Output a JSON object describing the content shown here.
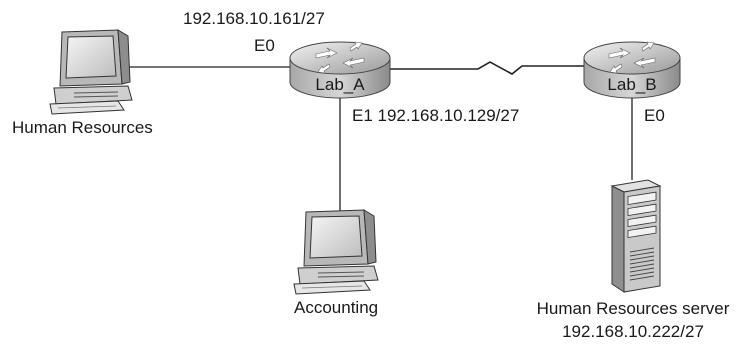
{
  "devices": {
    "router_a": {
      "name": "Lab_A"
    },
    "router_b": {
      "name": "Lab_B"
    },
    "pc_hr": {
      "label": "Human Resources"
    },
    "pc_accounting": {
      "label": "Accounting"
    },
    "server_hr": {
      "label": "Human Resources server",
      "ip": "192.168.10.222/27"
    }
  },
  "interfaces": {
    "lab_a_e0_ip": "192.168.10.161/27",
    "lab_a_e0": "E0",
    "lab_a_e1": "E1 192.168.10.129/27",
    "lab_b_e0": "E0"
  }
}
